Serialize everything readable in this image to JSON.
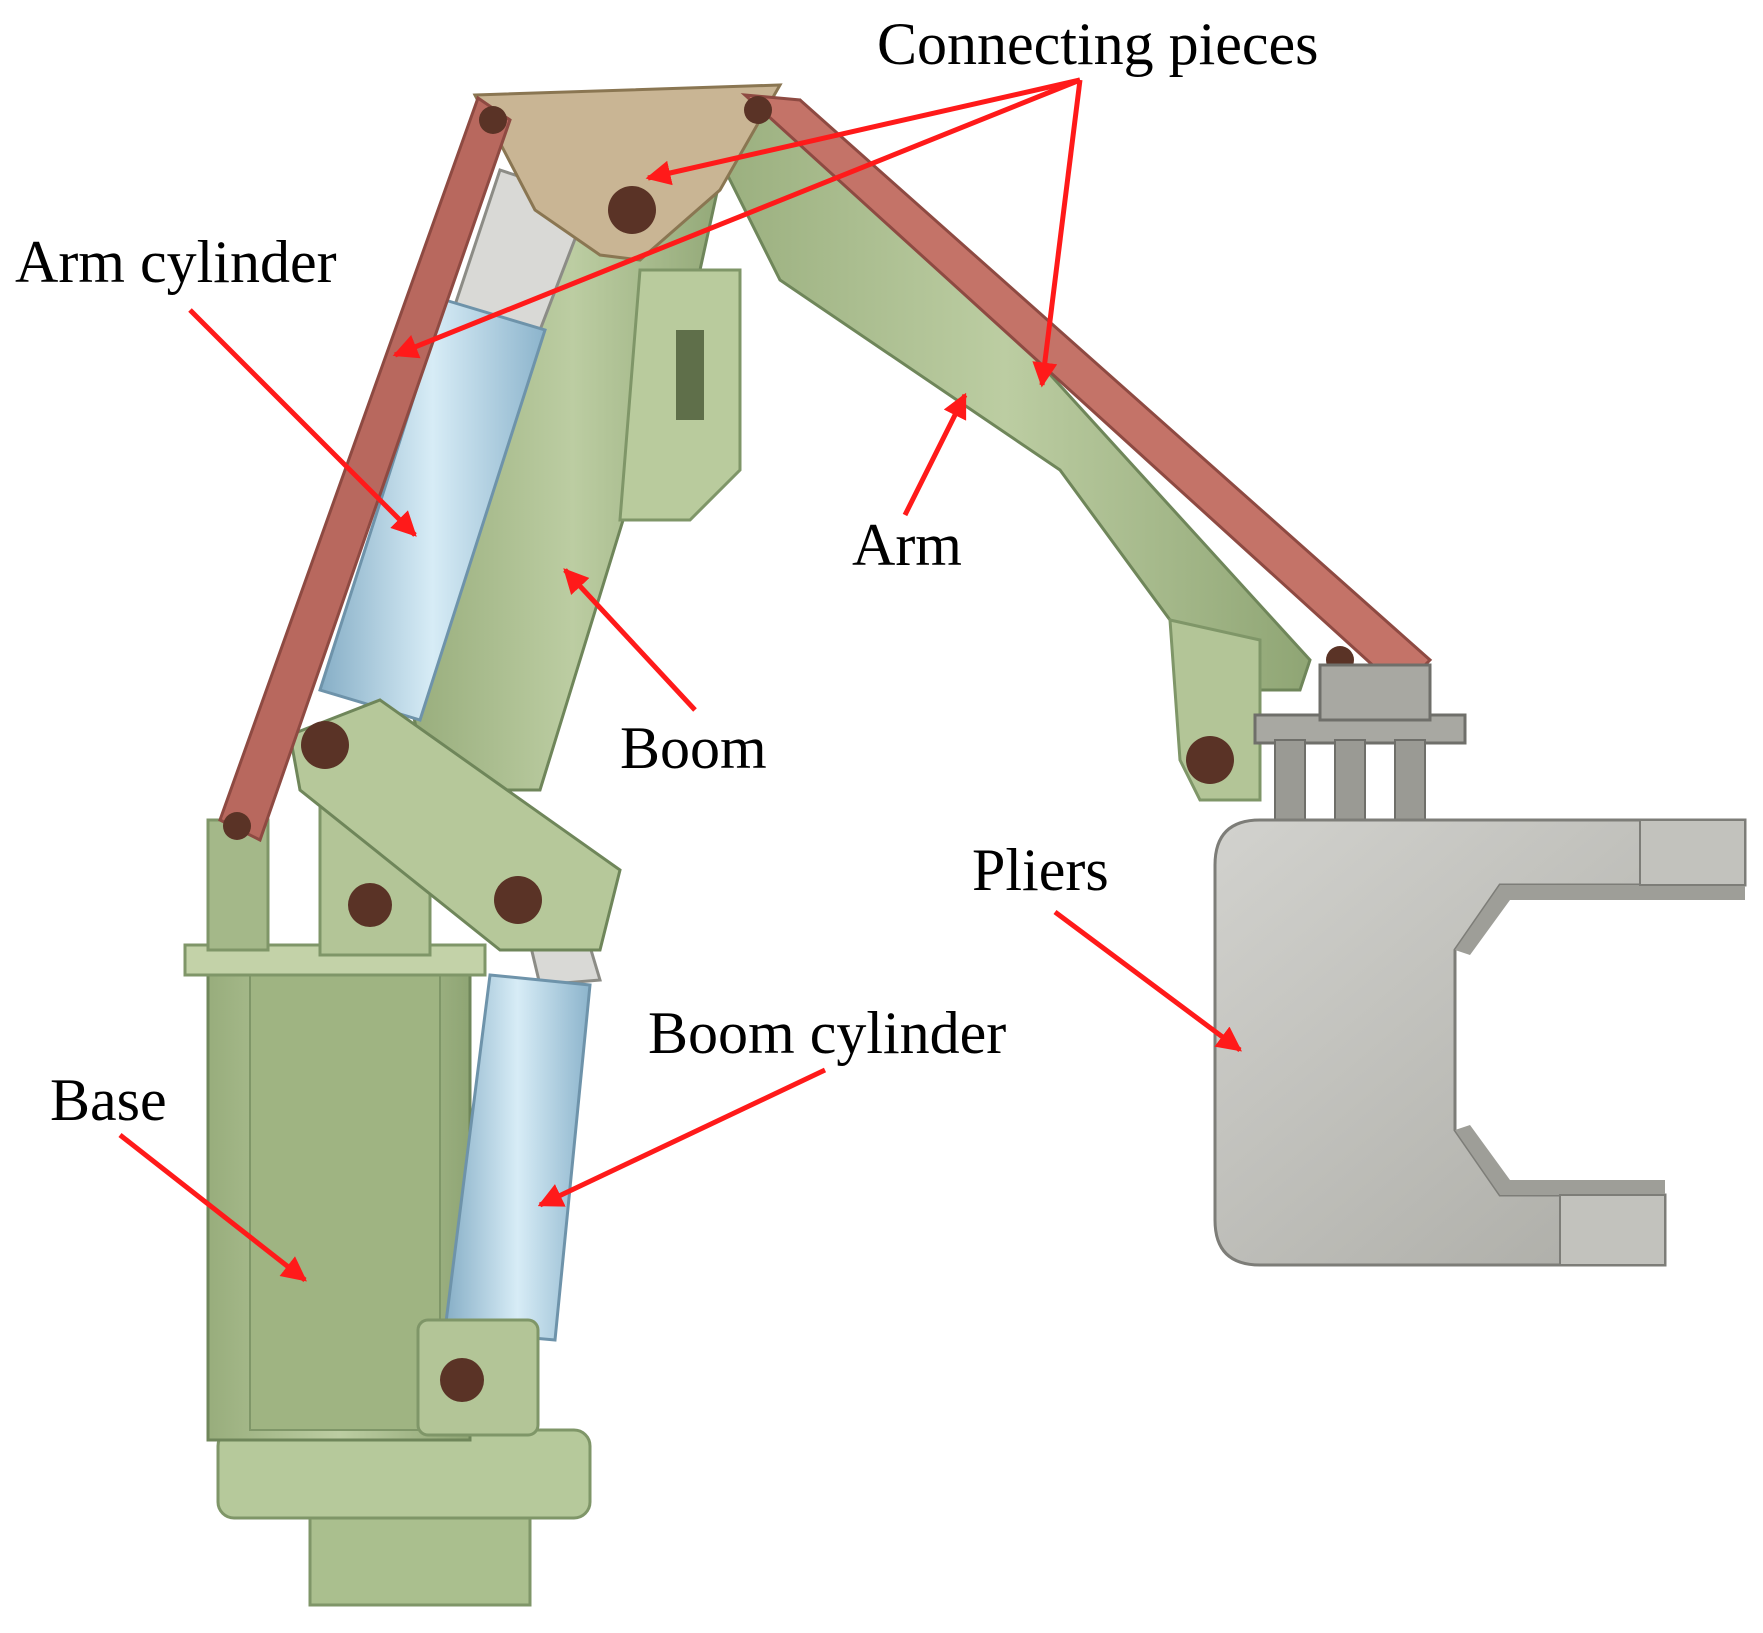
{
  "labels": {
    "connecting_pieces": "Connecting pieces",
    "arm_cylinder": "Arm cylinder",
    "arm": "Arm",
    "boom": "Boom",
    "pliers": "Pliers",
    "boom_cylinder": "Boom cylinder",
    "base": "Base"
  },
  "colors": {
    "arrow": "#ff1a1a",
    "frame_green": "#a9bd8c",
    "frame_green_dark": "#7f9668",
    "frame_green_light": "#cfdcb8",
    "link_red": "#b8685e",
    "link_red_dark": "#8e4a42",
    "cylinder_blue": "#a9cbe0",
    "cylinder_blue_light": "#d7ecf6",
    "plate_tan": "#c9b594",
    "pliers_gray": "#bdbdb8",
    "pliers_gray_dark": "#8c8c86",
    "pin_brown": "#5a3326"
  }
}
